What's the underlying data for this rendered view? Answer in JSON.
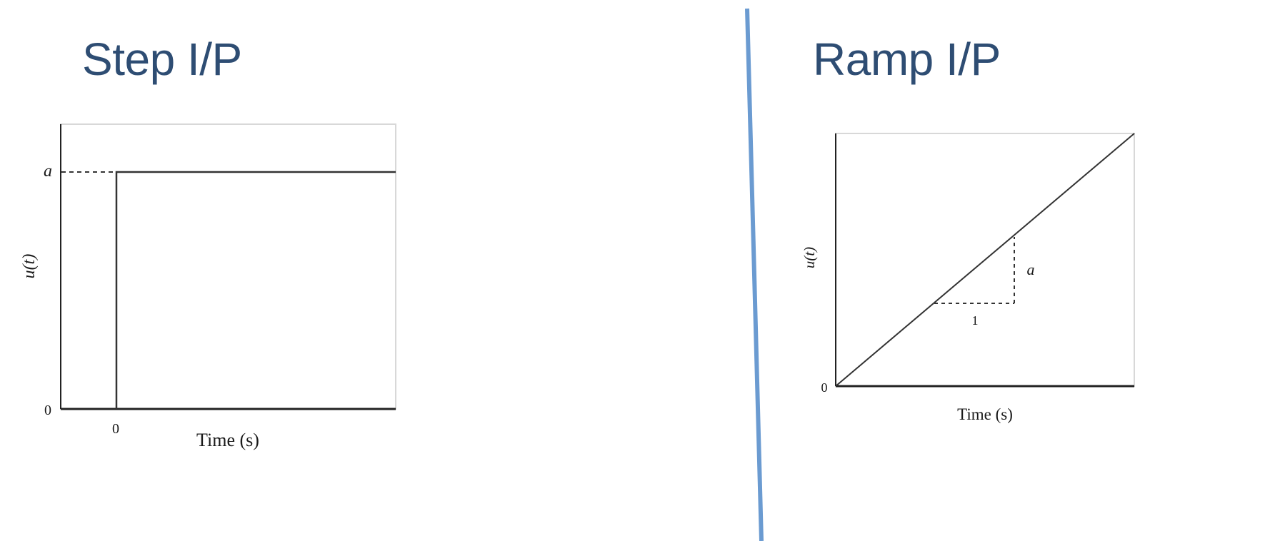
{
  "left_panel": {
    "title": "Step I/P",
    "y_axis_label": "u(t)",
    "x_axis_label": "Time (s)",
    "amplitude_label": "a",
    "y_origin_label": "0",
    "x_origin_label": "0"
  },
  "right_panel": {
    "title": "Ramp I/P",
    "y_axis_label": "u(t)",
    "x_axis_label": "Time (s)",
    "slope_rise_label": "a",
    "slope_run_label": "1",
    "origin_label": "0"
  },
  "colors": {
    "title": "#2e4d73",
    "divider": "#6b9bd1",
    "plot_line": "#333333"
  }
}
